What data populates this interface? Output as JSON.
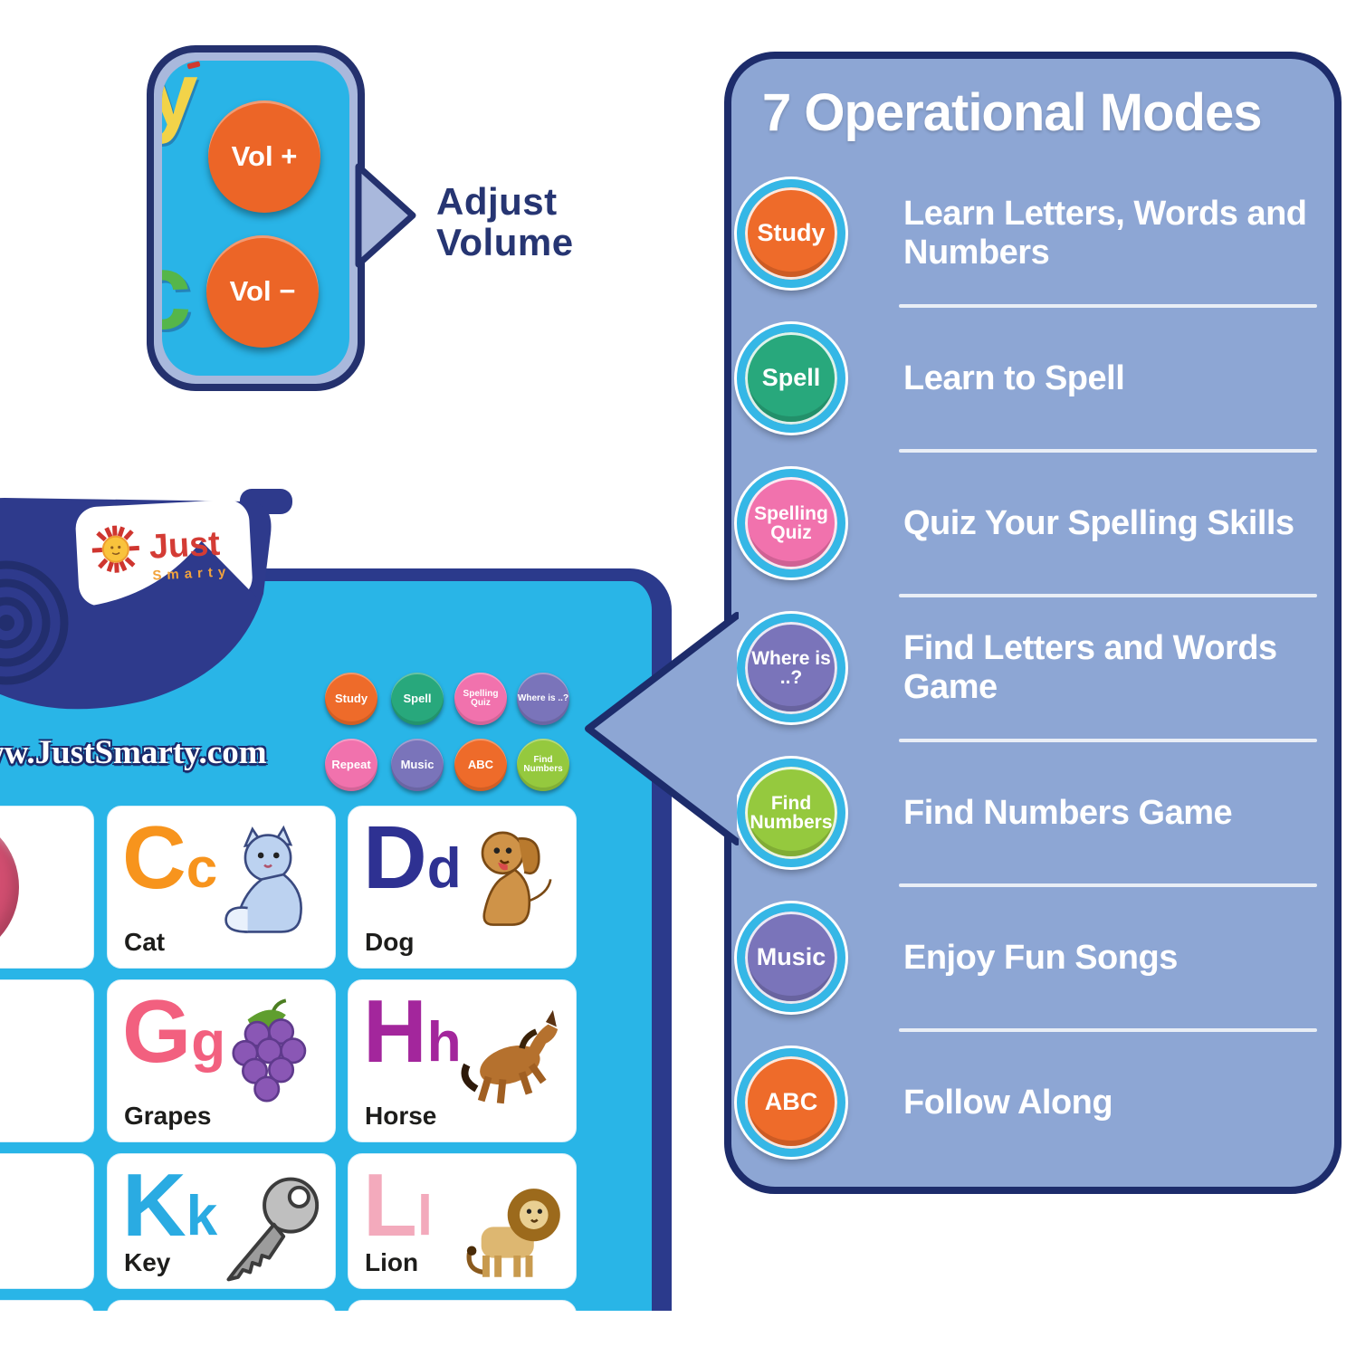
{
  "inset": {
    "vol_up_label": "Vol +",
    "vol_down_label": "Vol −",
    "stray_letter_top": "y",
    "stray_letter_bottom": "c",
    "callout_label": "Adjust Volume"
  },
  "device": {
    "brand_top": "Just",
    "brand_bottom": "Smarty"
  },
  "poster": {
    "website": "ww.JustSmarty.com",
    "mode_buttons": [
      {
        "label": "Study",
        "color": "#ee6b2a"
      },
      {
        "label": "Spell",
        "color": "#28a87c"
      },
      {
        "label": "Spelling Quiz",
        "color": "#f172ad"
      },
      {
        "label": "Where is ..?",
        "color": "#7a74ba"
      },
      {
        "label": "Repeat",
        "color": "#f172ad"
      },
      {
        "label": "Music",
        "color": "#7a74ba"
      },
      {
        "label": "ABC",
        "color": "#ee6b2a"
      },
      {
        "label": "Find Numbers",
        "color": "#95c93e"
      }
    ],
    "cells": [
      {
        "upper": "C",
        "lower": "c",
        "word": "Cat",
        "letter_color": "#f7941d",
        "icon": "cat"
      },
      {
        "upper": "D",
        "lower": "d",
        "word": "Dog",
        "letter_color": "#2e3192",
        "icon": "dog"
      },
      {
        "upper": "G",
        "lower": "g",
        "word": "Grapes",
        "letter_color": "#f2607f",
        "icon": "grapes"
      },
      {
        "upper": "H",
        "lower": "h",
        "word": "Horse",
        "letter_color": "#a3269c",
        "icon": "horse"
      },
      {
        "upper": "K",
        "lower": "k",
        "word": "Key",
        "letter_color": "#2aabe2",
        "icon": "key"
      },
      {
        "upper": "L",
        "lower": "l",
        "word": "Lion",
        "letter_color": "#f3aabc",
        "icon": "lion"
      }
    ],
    "partial_icons": [
      "beach-ball",
      "frog",
      "juice-glass"
    ]
  },
  "panel": {
    "title": "7 Operational Modes",
    "modes": [
      {
        "button": "Study",
        "color": "#ee6b2a",
        "description": "Learn Letters, Words and Numbers"
      },
      {
        "button": "Spell",
        "color": "#28a87c",
        "description": "Learn to Spell"
      },
      {
        "button": "Spelling Quiz",
        "color": "#f172ad",
        "description": "Quiz Your Spelling Skills"
      },
      {
        "button": "Where is ..?",
        "color": "#7a74ba",
        "description": "Find Letters and Words Game"
      },
      {
        "button": "Find Numbers",
        "color": "#95c93e",
        "description": "Find Numbers Game"
      },
      {
        "button": "Music",
        "color": "#7a74ba",
        "description": "Enjoy Fun Songs"
      },
      {
        "button": "ABC",
        "color": "#ee6b2a",
        "description": "Follow Along"
      }
    ]
  },
  "colors": {
    "poster_cyan": "#29b5e7",
    "navy": "#24316e",
    "panel_blue": "#8da6d4",
    "button_ring_cyan": "#35b7e6",
    "orange": "#ee6b2a",
    "teal": "#28a87c",
    "pink": "#f172ad",
    "purple": "#7a74ba",
    "lime": "#95c93e"
  }
}
